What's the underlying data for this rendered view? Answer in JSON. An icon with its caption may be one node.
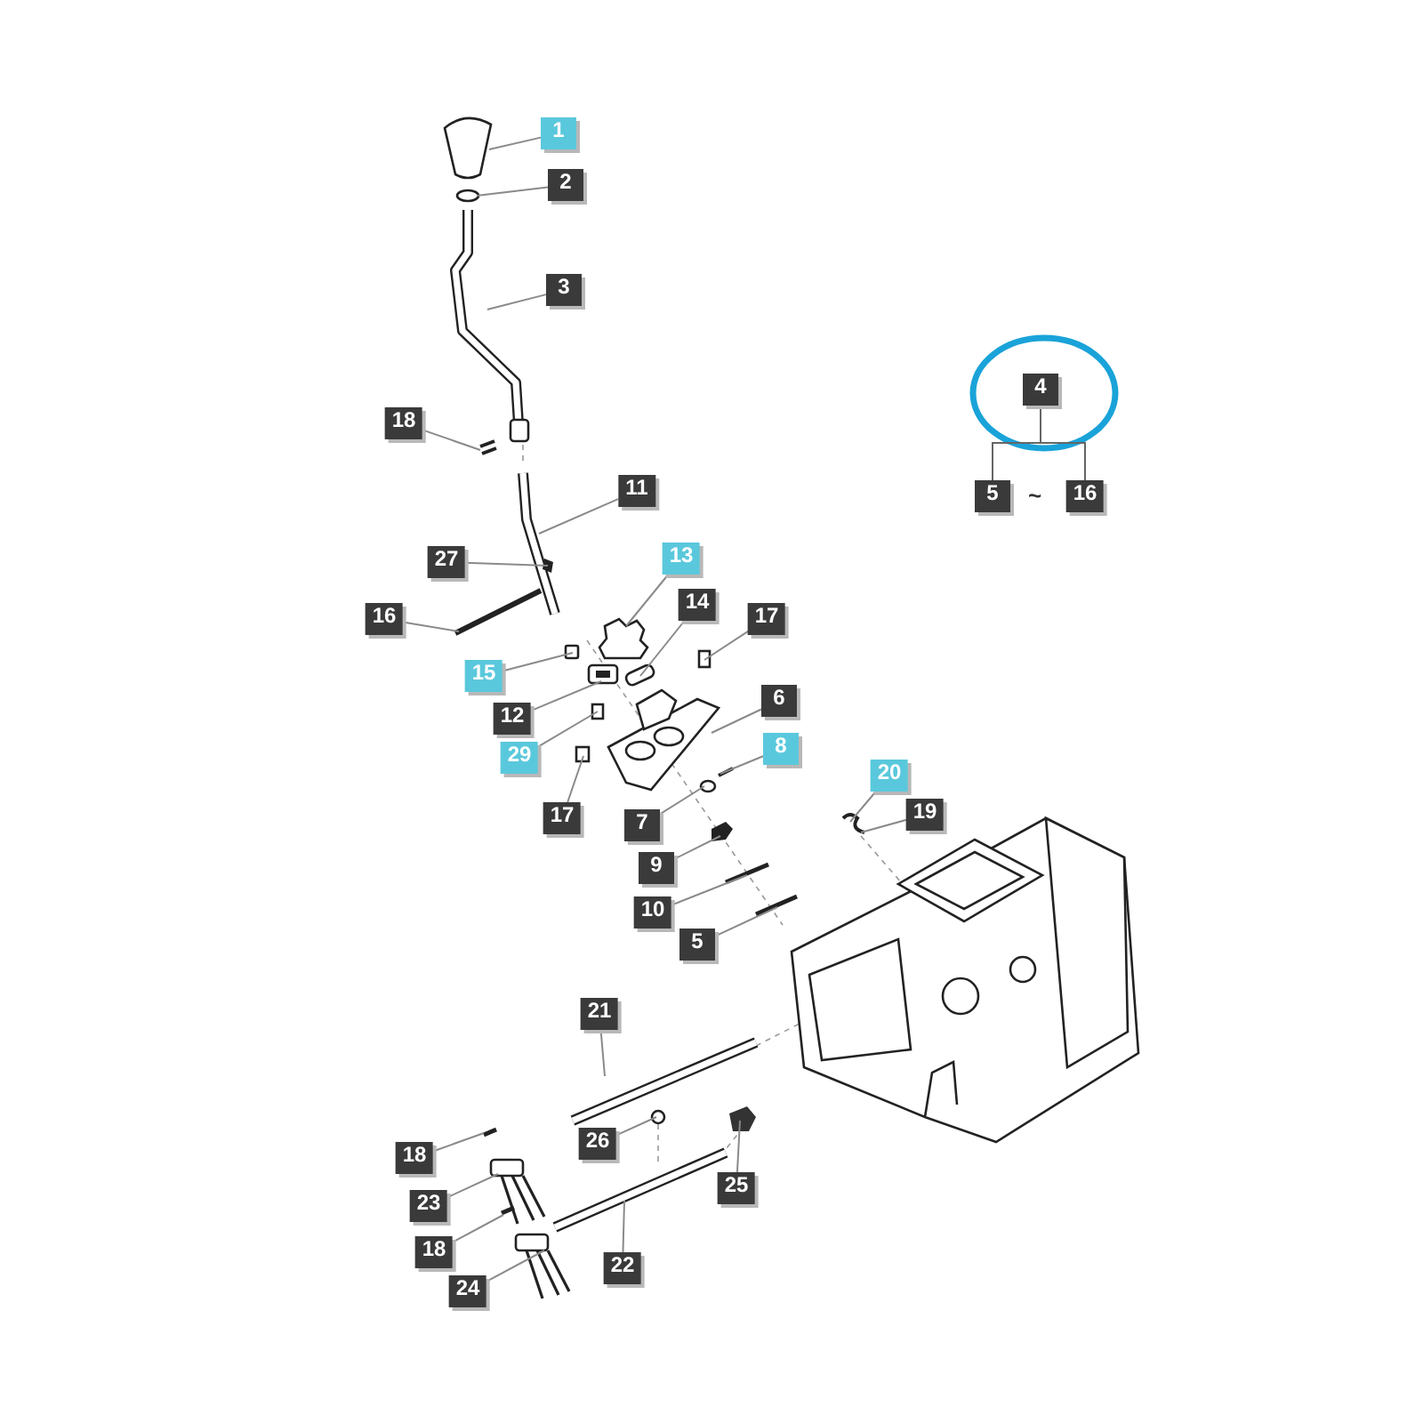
{
  "diagram": {
    "nodes": [
      {
        "text": [
          "1"
        ]
      },
      {
        "text": [
          "2"
        ]
      },
      {
        "text": [
          "3"
        ]
      },
      {
        "text": [
          "4"
        ]
      },
      {
        "text": [
          "18"
        ]
      },
      {
        "text": [
          "11"
        ]
      },
      {
        "text": [
          "5"
        ]
      },
      {
        "text": [
          "16"
        ]
      },
      {
        "text": [
          "27"
        ]
      },
      {
        "text": [
          "13"
        ]
      },
      {
        "text": [
          "14"
        ]
      },
      {
        "text": [
          "16"
        ]
      },
      {
        "text": [
          "17"
        ]
      },
      {
        "text": [
          "15"
        ]
      },
      {
        "text": [
          "6"
        ]
      },
      {
        "text": [
          "12"
        ]
      },
      {
        "text": [
          "8"
        ]
      },
      {
        "text": [
          "29"
        ]
      },
      {
        "text": [
          "20"
        ]
      },
      {
        "text": [
          "19"
        ]
      },
      {
        "text": [
          "17"
        ]
      },
      {
        "text": [
          "7"
        ]
      },
      {
        "text": [
          "9"
        ]
      },
      {
        "text": [
          "10"
        ]
      },
      {
        "text": [
          "5"
        ]
      },
      {
        "text": [
          "21"
        ]
      },
      {
        "text": [
          "26"
        ]
      },
      {
        "text": [
          "18"
        ]
      },
      {
        "text": [
          "25"
        ]
      },
      {
        "text": [
          "23"
        ]
      },
      {
        "text": [
          "18"
        ]
      },
      {
        "text": [
          "22"
        ]
      },
      {
        "text": [
          "24"
        ]
      }
    ],
    "edges": [
      {
        "from": 0,
        "to": null,
        "arrow": "none"
      },
      {
        "from": 1,
        "to": null,
        "arrow": "none"
      },
      {
        "from": 2,
        "to": null,
        "arrow": "none"
      },
      {
        "from": 3,
        "to": 6,
        "arrow": "none"
      },
      {
        "from": 3,
        "to": 7,
        "arrow": "none"
      },
      {
        "from": 4,
        "to": null,
        "arrow": "none"
      },
      {
        "from": 5,
        "to": null,
        "arrow": "none"
      },
      {
        "from": 8,
        "to": null,
        "arrow": "none"
      },
      {
        "from": 9,
        "to": null,
        "arrow": "none"
      },
      {
        "from": 10,
        "to": null,
        "arrow": "none"
      },
      {
        "from": 11,
        "to": null,
        "arrow": "none"
      },
      {
        "from": 12,
        "to": null,
        "arrow": "none"
      },
      {
        "from": 13,
        "to": null,
        "arrow": "none"
      },
      {
        "from": 14,
        "to": null,
        "arrow": "none"
      },
      {
        "from": 15,
        "to": null,
        "arrow": "none"
      },
      {
        "from": 16,
        "to": null,
        "arrow": "none"
      },
      {
        "from": 17,
        "to": null,
        "arrow": "none"
      },
      {
        "from": 18,
        "to": null,
        "arrow": "none"
      },
      {
        "from": 19,
        "to": null,
        "arrow": "none"
      },
      {
        "from": 20,
        "to": null,
        "arrow": "none"
      },
      {
        "from": 21,
        "to": null,
        "arrow": "none"
      },
      {
        "from": 22,
        "to": null,
        "arrow": "none"
      },
      {
        "from": 23,
        "to": null,
        "arrow": "none"
      },
      {
        "from": 24,
        "to": null,
        "arrow": "none"
      },
      {
        "from": 25,
        "to": null,
        "arrow": "none"
      },
      {
        "from": 26,
        "to": null,
        "arrow": "none"
      },
      {
        "from": 27,
        "to": null,
        "arrow": "none"
      },
      {
        "from": 28,
        "to": null,
        "arrow": "none"
      },
      {
        "from": 29,
        "to": null,
        "arrow": "none"
      },
      {
        "from": 30,
        "to": null,
        "arrow": "none"
      },
      {
        "from": 31,
        "to": null,
        "arrow": "none"
      },
      {
        "from": 32,
        "to": null,
        "arrow": "none"
      }
    ],
    "labels": [
      "~"
    ]
  }
}
